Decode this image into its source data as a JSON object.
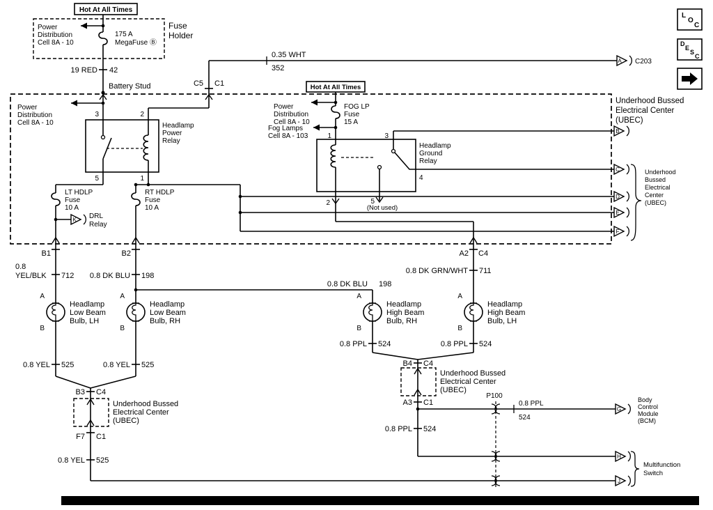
{
  "viewer": {
    "loc_letters": [
      "L",
      "O",
      "C"
    ],
    "desc_letters": [
      "D",
      "E",
      "S",
      "C"
    ]
  },
  "top": {
    "hot_at_all_times": "Hot At All Times",
    "fuse_holder_label": [
      "Fuse",
      "Holder"
    ],
    "power_dist": [
      "Power",
      "Distribution",
      "Cell 8A - 10"
    ],
    "megafuse": [
      "175 A",
      "MegaFuse Ⓑ"
    ],
    "battery_wire": {
      "size_color": "19 RED",
      "circuit": "42"
    },
    "battery_stud": "Battery Stud",
    "conn_c5": "C5",
    "conn_c1": "C1",
    "wht_wire": {
      "size_color": "0.35 WHT",
      "circuit": "352"
    },
    "conn_a_letter": "A",
    "conn_c203": "C203"
  },
  "ubec": {
    "title": [
      "Underhood Bussed",
      "Electrical Center",
      "(UBEC)"
    ],
    "power_dist_left": [
      "Power",
      "Distribution",
      "Cell 8A - 10"
    ],
    "power_relay": {
      "name": [
        "Headlamp",
        "Power",
        "Relay"
      ],
      "pin3": "3",
      "pin2": "2",
      "pin5": "5",
      "pin1": "1"
    },
    "hot_at_all_times": "Hot At All Times",
    "power_dist_right": [
      "Power",
      "Distribution",
      "Cell 8A - 10"
    ],
    "fog_fuse": [
      "FOG LP",
      "Fuse",
      "15 A"
    ],
    "fog_lamps_ref": [
      "Fog Lamps",
      "Cell 8A - 103"
    ],
    "ground_relay": {
      "name": [
        "Headlamp",
        "Ground",
        "Relay"
      ],
      "pin1": "1",
      "pin3": "3",
      "pin4": "4",
      "pin2": "2",
      "pin5": "5",
      "not_used": "(Not used)"
    },
    "lt_fuse": [
      "LT HDLP",
      "Fuse",
      "10 A"
    ],
    "rt_fuse": [
      "RT HDLP",
      "Fuse",
      "10 A"
    ],
    "drl": {
      "letter": "K",
      "label": [
        "DRL",
        "Relay"
      ]
    },
    "exit_letters": [
      "B",
      "C",
      "D",
      "E",
      "F"
    ],
    "side_label": [
      "Underhood",
      "Bussed",
      "Electrical",
      "Center",
      "(UBEC)"
    ],
    "exit_b1": "B1",
    "exit_b2": "B2",
    "exit_a2": "A2",
    "exit_c4": "C4"
  },
  "wires": {
    "w712": {
      "size": "0.8",
      "color": "YEL/BLK",
      "circuit": "712"
    },
    "w198_left": {
      "label": "0.8 DK BLU",
      "circuit": "198"
    },
    "w711": {
      "label": "0.8 DK GRN/WHT",
      "circuit": "711"
    },
    "w198_right": {
      "label": "0.8 DK BLU",
      "circuit": "198"
    },
    "w525_lh": {
      "label": "0.8 YEL",
      "circuit": "525"
    },
    "w525_rh": {
      "label": "0.8 YEL",
      "circuit": "525"
    },
    "w524_rh": {
      "label": "0.8 PPL",
      "circuit": "524"
    },
    "w524_lh": {
      "label": "0.8 PPL",
      "circuit": "524"
    },
    "w525_out": {
      "label": "0.8 YEL",
      "circuit": "525"
    },
    "w524_bcm": {
      "label": "0.8 PPL",
      "circuit": "524"
    },
    "w524_out": {
      "label": "0.8 PPL",
      "circuit": "524"
    }
  },
  "bulbs": [
    {
      "pin_a": "A",
      "pin_b": "B",
      "name": [
        "Headlamp",
        "Low Beam",
        "Bulb, LH"
      ]
    },
    {
      "pin_a": "A",
      "pin_b": "B",
      "name": [
        "Headlamp",
        "Low Beam",
        "Bulb, RH"
      ]
    },
    {
      "pin_a": "A",
      "pin_b": "B",
      "name": [
        "Headlamp",
        "High Beam",
        "Bulb, RH"
      ]
    },
    {
      "pin_a": "A",
      "pin_b": "B",
      "name": [
        "Headlamp",
        "High Beam",
        "Bulb, LH"
      ]
    }
  ],
  "bottom": {
    "conn_b3": "B3",
    "conn_c4_low": "C4",
    "ubec_low": [
      "Underhood Bussed",
      "Electrical Center",
      "(UBEC)"
    ],
    "conn_f7": "F7",
    "conn_c1_low": "C1",
    "conn_b4": "B4",
    "conn_c4_high": "C4",
    "ubec_high": [
      "Underhood Bussed",
      "Electrical Center",
      "(UBEC)"
    ],
    "conn_a3": "A3",
    "conn_c1_high": "C1",
    "p100": "P100",
    "bcm": {
      "letter": "G",
      "name": [
        "Body",
        "Control",
        "Module",
        "(BCM)"
      ]
    },
    "mfs": {
      "letter_h": "H",
      "letter_j": "J",
      "name": [
        "Multifunction",
        "Switch"
      ]
    }
  }
}
